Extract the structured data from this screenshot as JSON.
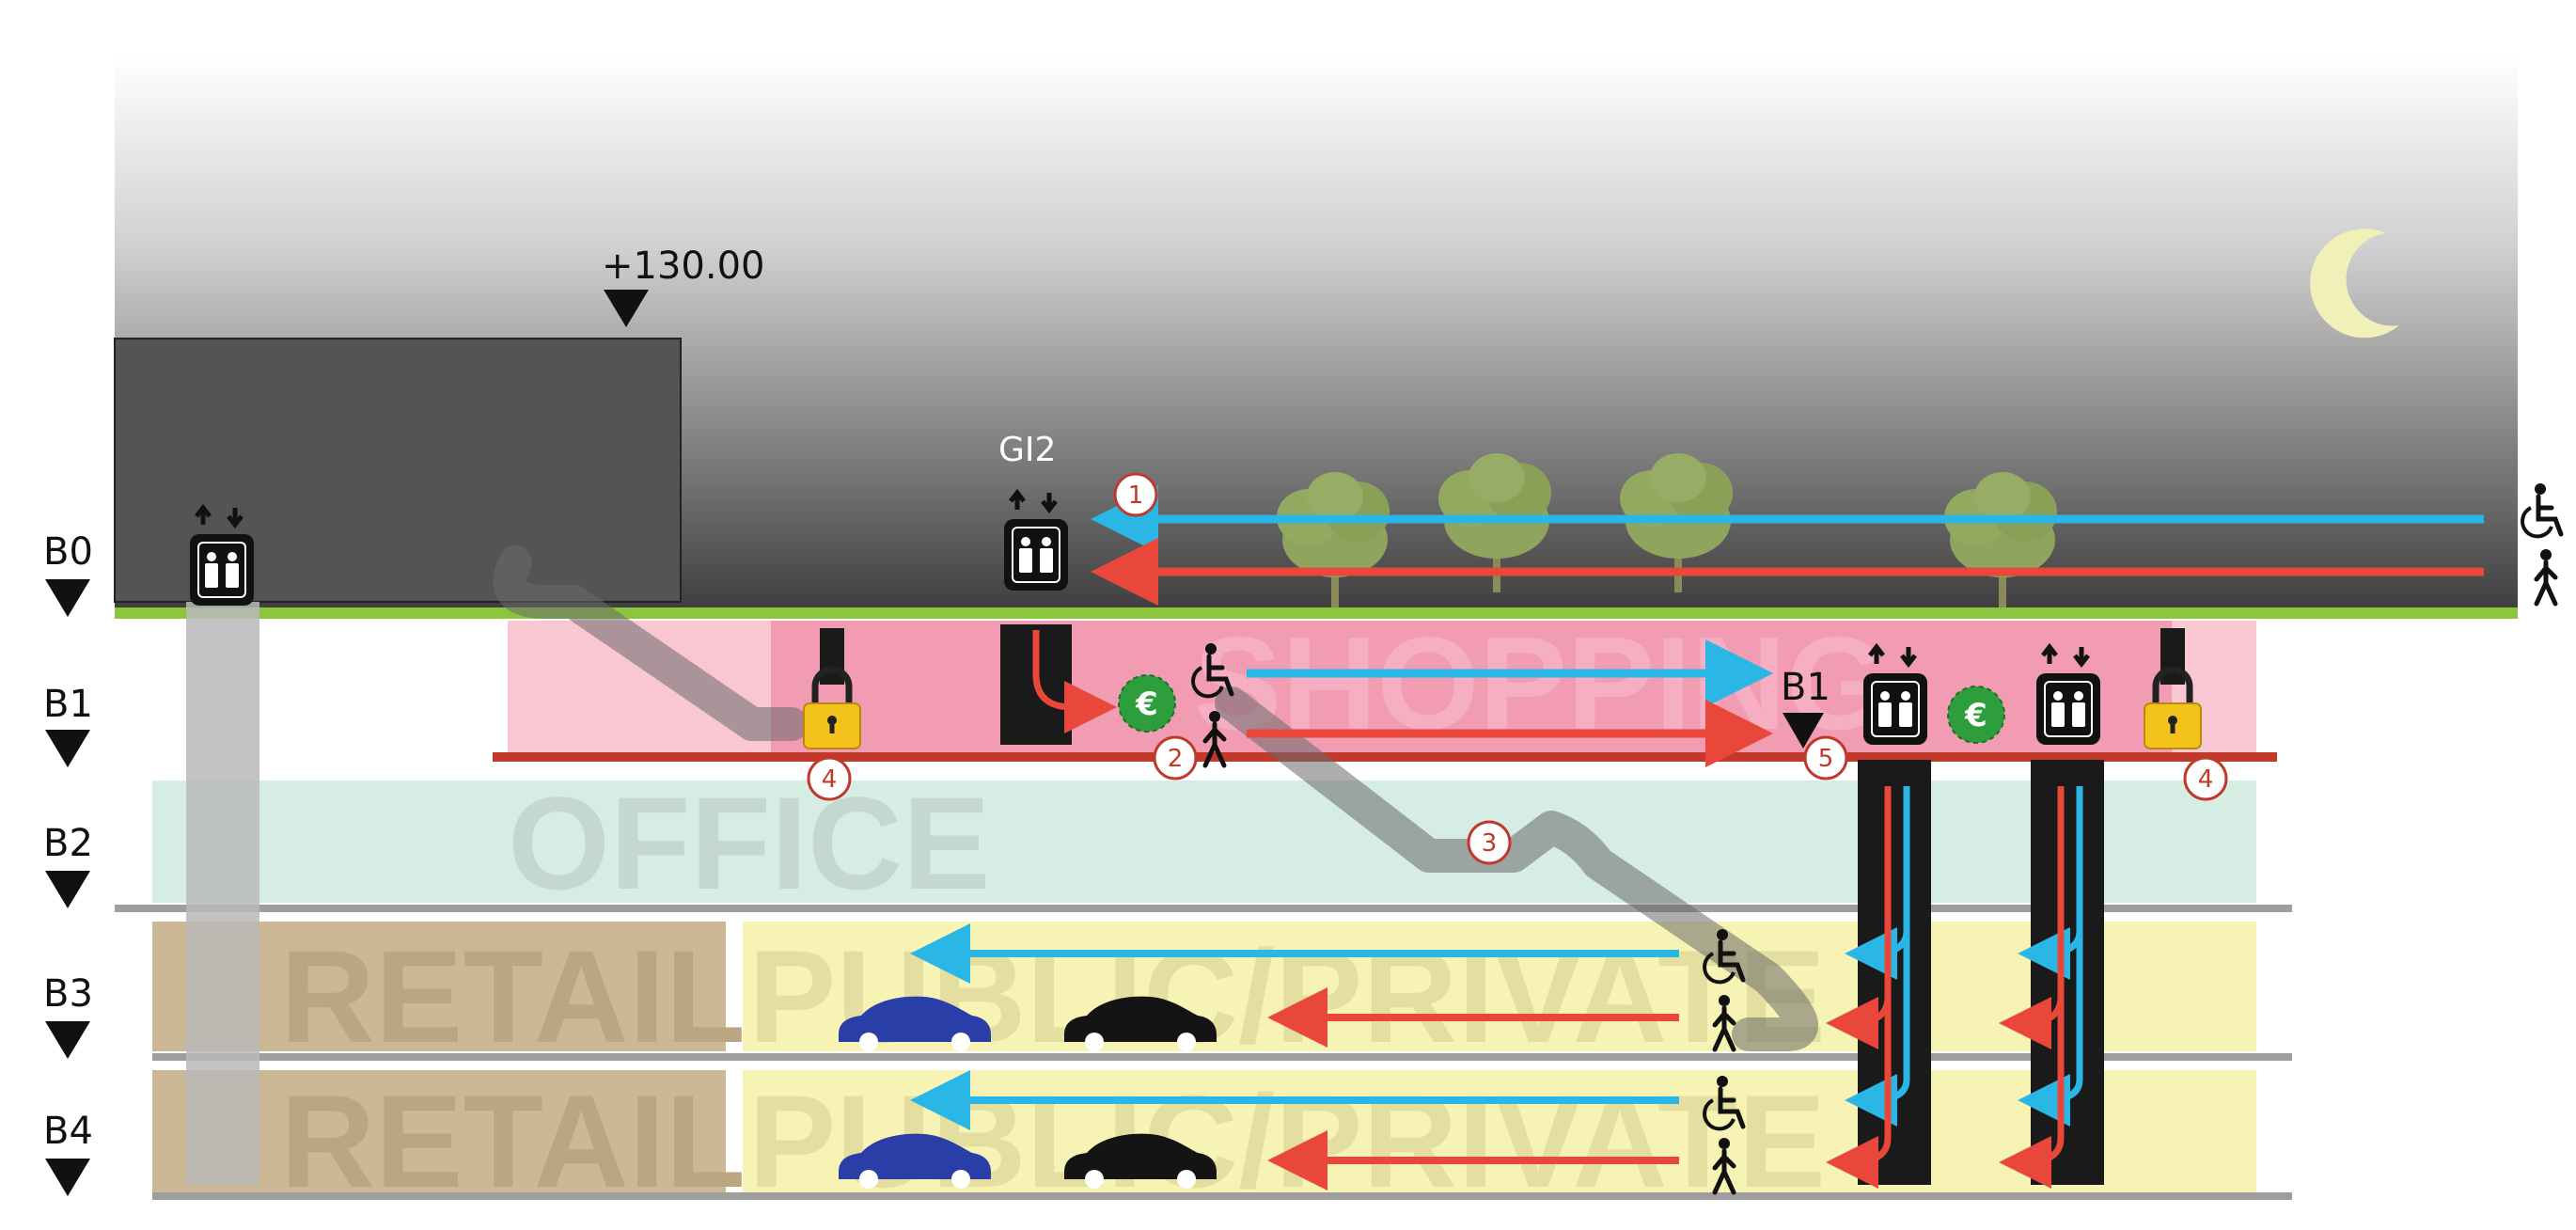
{
  "diagram": {
    "elevation_label": "+130.00",
    "station_label": "GI2",
    "sub_level_label": "B1",
    "levels": [
      "B0",
      "B1",
      "B2",
      "B3",
      "B4"
    ],
    "zones": {
      "shopping": "SHOPPING",
      "office": "OFFICE",
      "retail_b3": "RETAIL",
      "retail_b4": "RETAIL",
      "parking_b3": "PUBLIC/PRIVATE",
      "parking_b4": "PUBLIC/PRIVATE"
    },
    "callouts": [
      "1",
      "2",
      "3",
      "4",
      "4",
      "5"
    ],
    "currency_symbol": "€",
    "colors": {
      "accessible_route": "#2ab7e6",
      "pedestrian_route": "#e8473a",
      "shopping": "#f29cb3",
      "office": "#d6ede3",
      "parking": "#f6f3b4",
      "retail": "#ccb895",
      "ground": "#8cc63f",
      "lock": "#f4c21c",
      "payment": "#2e9e3c",
      "car_blue": "#2a3ea8",
      "car_black": "#141414"
    },
    "icons": [
      "elevator-icon",
      "lock-icon",
      "euro-icon",
      "wheelchair-icon",
      "pedestrian-icon",
      "car-icon",
      "tree-icon",
      "moon-icon",
      "escalator-icon"
    ]
  }
}
